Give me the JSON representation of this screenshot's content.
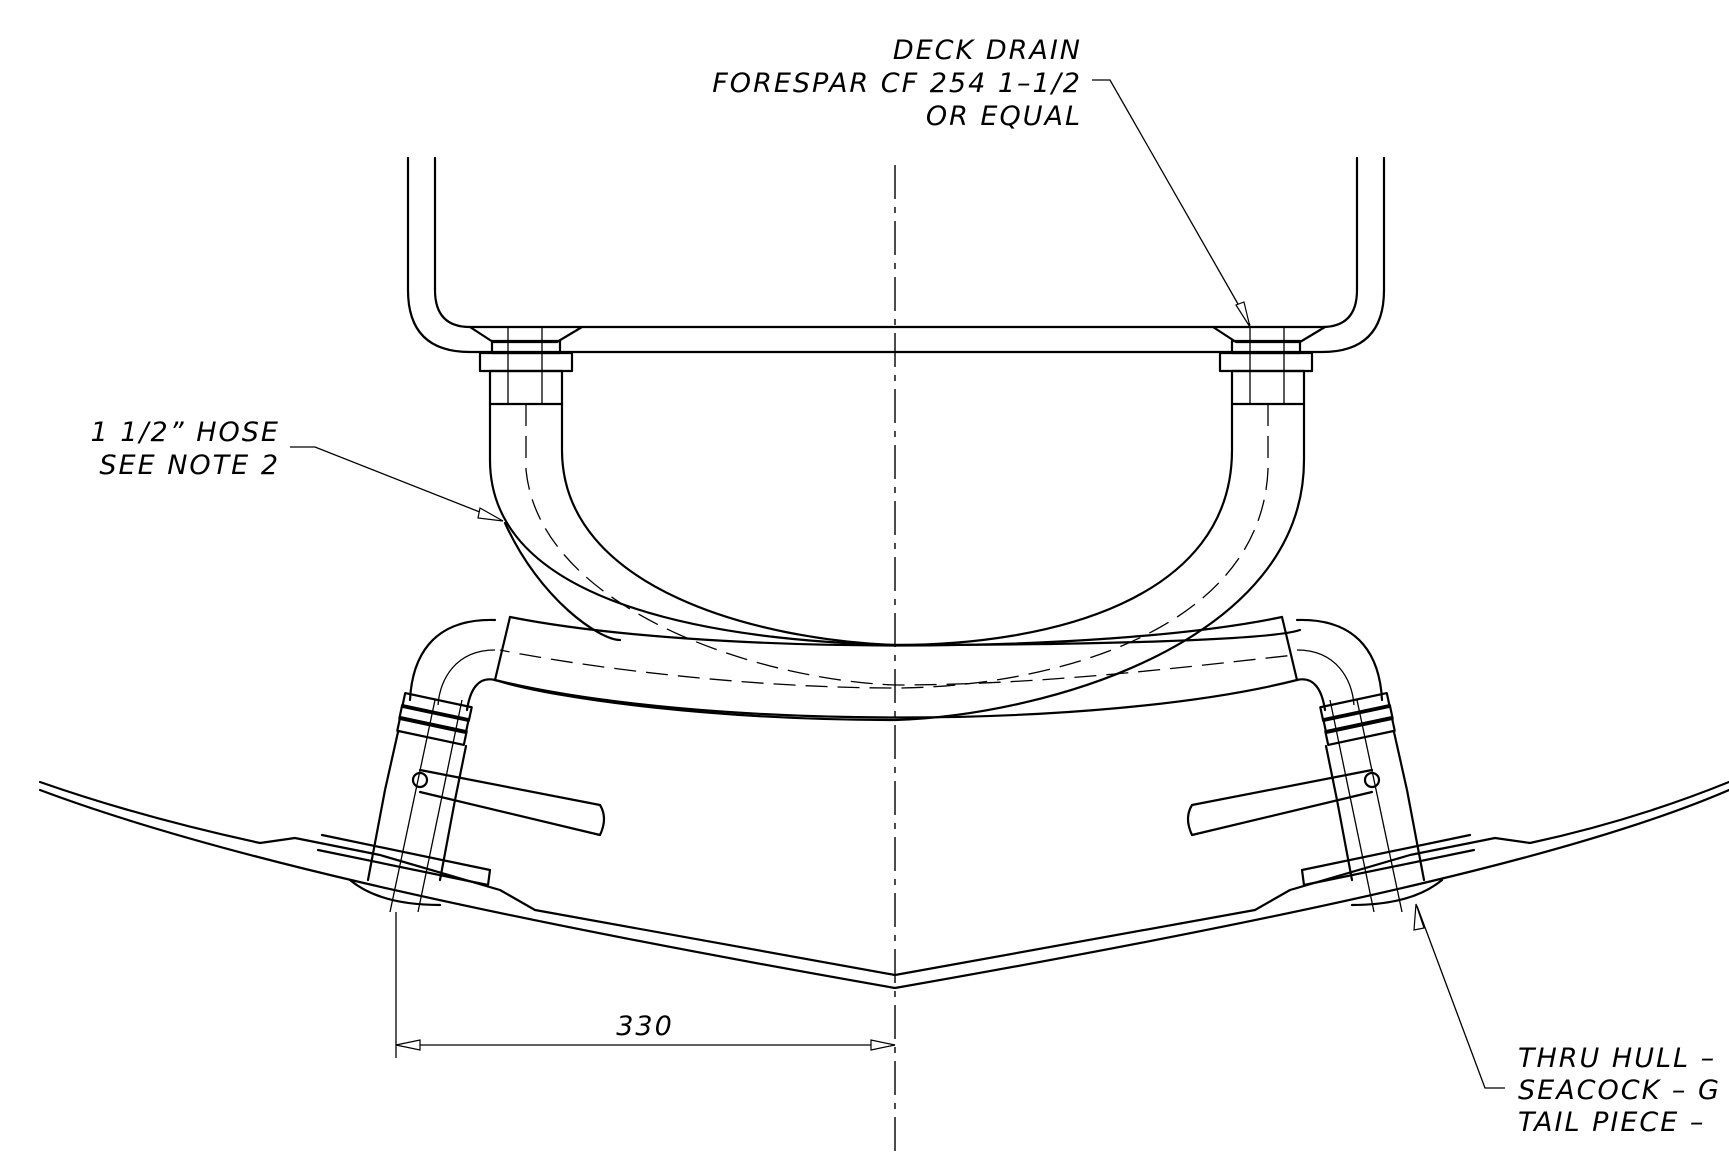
{
  "callouts": {
    "deck_drain": [
      "DECK DRAIN",
      "FORESPAR CF 254 1–1/2",
      "OR EQUAL"
    ],
    "hose": [
      "1 1/2” HOSE",
      "SEE NOTE 2"
    ],
    "thru_hull": [
      "THRU HULL –",
      "SEACOCK – G",
      "TAIL PIECE –"
    ]
  },
  "dimension": {
    "value": "330"
  }
}
